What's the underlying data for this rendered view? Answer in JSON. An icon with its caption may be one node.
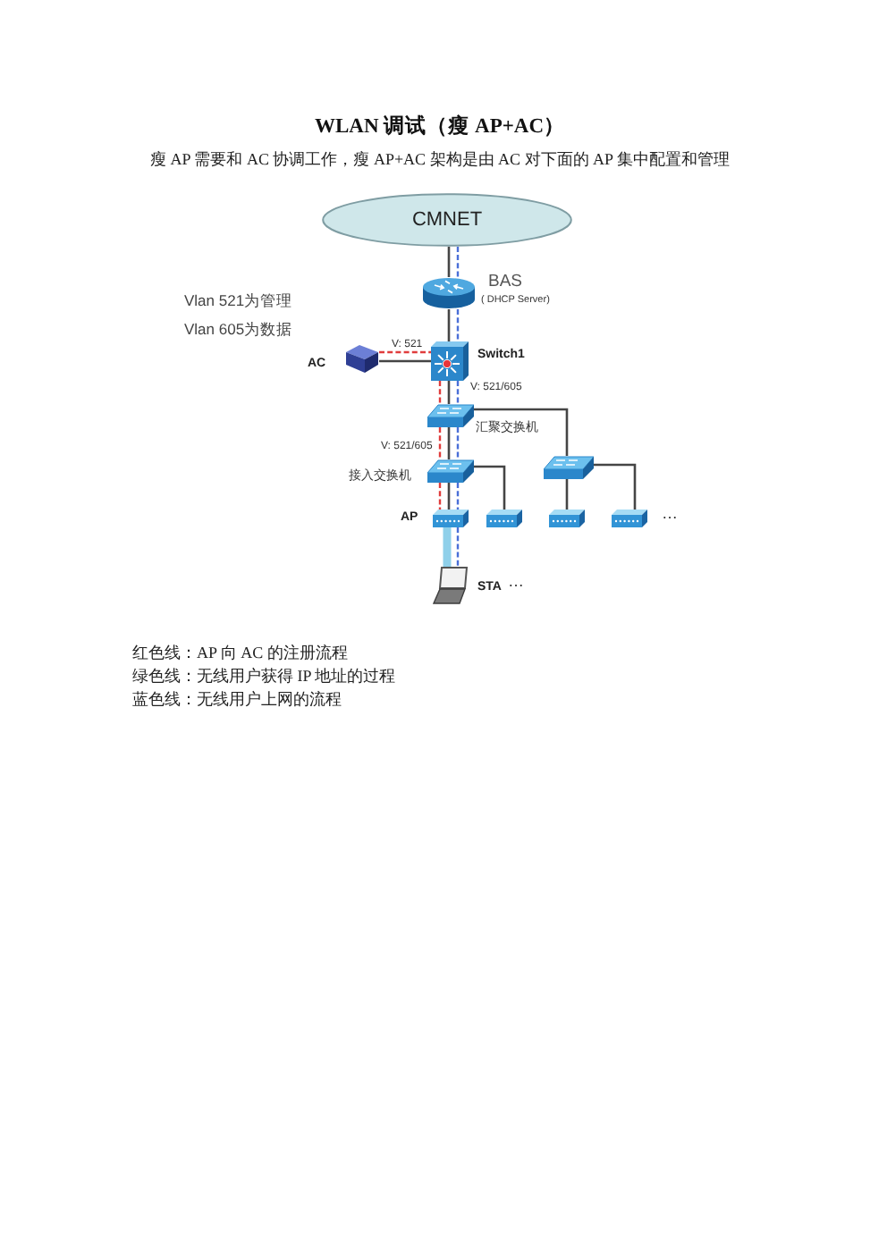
{
  "diagram": {
    "title": "WLAN 调试（瘦 AP+AC）",
    "nodes": [
      {
        "text": [
          "CMNET"
        ]
      },
      {
        "text": [],
        "shape": "cylinder",
        "beside": [
          "BAS",
          "( DHCP Server)"
        ]
      },
      {
        "text": [],
        "shape": "picture",
        "beside": [
          "AC"
        ]
      },
      {
        "text": [],
        "shape": "picture",
        "beside": [
          "Switch1"
        ]
      },
      {
        "text": [],
        "shape": "picture",
        "beside": [
          "汇聚交换机"
        ]
      },
      {
        "text": [],
        "shape": "picture",
        "beside": [
          "接入交换机"
        ]
      },
      {
        "text": [],
        "shape": "picture"
      },
      {
        "text": [],
        "shape": "picture",
        "beside": [
          "AP"
        ]
      },
      {
        "text": [],
        "shape": "picture"
      },
      {
        "text": [],
        "shape": "picture"
      },
      {
        "text": [],
        "shape": "picture"
      },
      {
        "text": [],
        "shape": "picture",
        "beside": [
          "STA"
        ]
      }
    ],
    "edges": [
      {
        "from": 0,
        "to": 1,
        "arrow": "none"
      },
      {
        "from": 0,
        "to": 1,
        "arrow": "none",
        "style": "dashed",
        "color": "#4a6fd8"
      },
      {
        "from": 1,
        "to": 3,
        "arrow": "none"
      },
      {
        "from": 1,
        "to": 3,
        "arrow": "none",
        "style": "dashed",
        "color": "#4a6fd8"
      },
      {
        "from": 2,
        "to": 3,
        "arrow": "none"
      },
      {
        "from": 2,
        "to": 3,
        "arrow": "none",
        "style": "dashed",
        "color": "#e03c3c",
        "label": "V: 521"
      },
      {
        "from": 3,
        "to": 4,
        "arrow": "none"
      },
      {
        "from": 3,
        "to": 4,
        "arrow": "none",
        "style": "dashed",
        "color": "#e03c3c"
      },
      {
        "from": 3,
        "to": 4,
        "arrow": "none",
        "style": "dashed",
        "color": "#4a6fd8",
        "label": "V: 521/605"
      },
      {
        "from": 4,
        "to": 5,
        "arrow": "none"
      },
      {
        "from": 4,
        "to": 5,
        "arrow": "none",
        "style": "dashed",
        "color": "#e03c3c",
        "label": "V: 521/605"
      },
      {
        "from": 4,
        "to": 5,
        "arrow": "none",
        "style": "dashed",
        "color": "#4a6fd8"
      },
      {
        "from": 4,
        "to": 6,
        "arrow": "none"
      },
      {
        "from": 5,
        "to": 7,
        "arrow": "none"
      },
      {
        "from": 5,
        "to": 7,
        "arrow": "none",
        "style": "dashed",
        "color": "#e03c3c"
      },
      {
        "from": 5,
        "to": 7,
        "arrow": "none",
        "style": "dashed",
        "color": "#4a6fd8"
      },
      {
        "from": 5,
        "to": 8,
        "arrow": "none"
      },
      {
        "from": 6,
        "to": 9,
        "arrow": "none"
      },
      {
        "from": 6,
        "to": 10,
        "arrow": "none"
      },
      {
        "from": 7,
        "to": 11,
        "arrow": "none",
        "style": "thick",
        "color": "#8fd0ea"
      },
      {
        "from": 7,
        "to": 11,
        "arrow": "none",
        "style": "dashed",
        "color": "#4a6fd8"
      }
    ],
    "labels": [
      "瘦 AP 需要和 AC 协调工作，瘦 AP+AC 架构是由 AC 对下面的 AP 集中配置和管理",
      "Vlan 521为管理",
      "Vlan 605为数据",
      "…",
      "…",
      "红色线：AP 向 AC 的注册流程",
      "绿色线：无线用户获得 IP 地址的过程",
      "蓝色线：无线用户上网的流程"
    ]
  }
}
